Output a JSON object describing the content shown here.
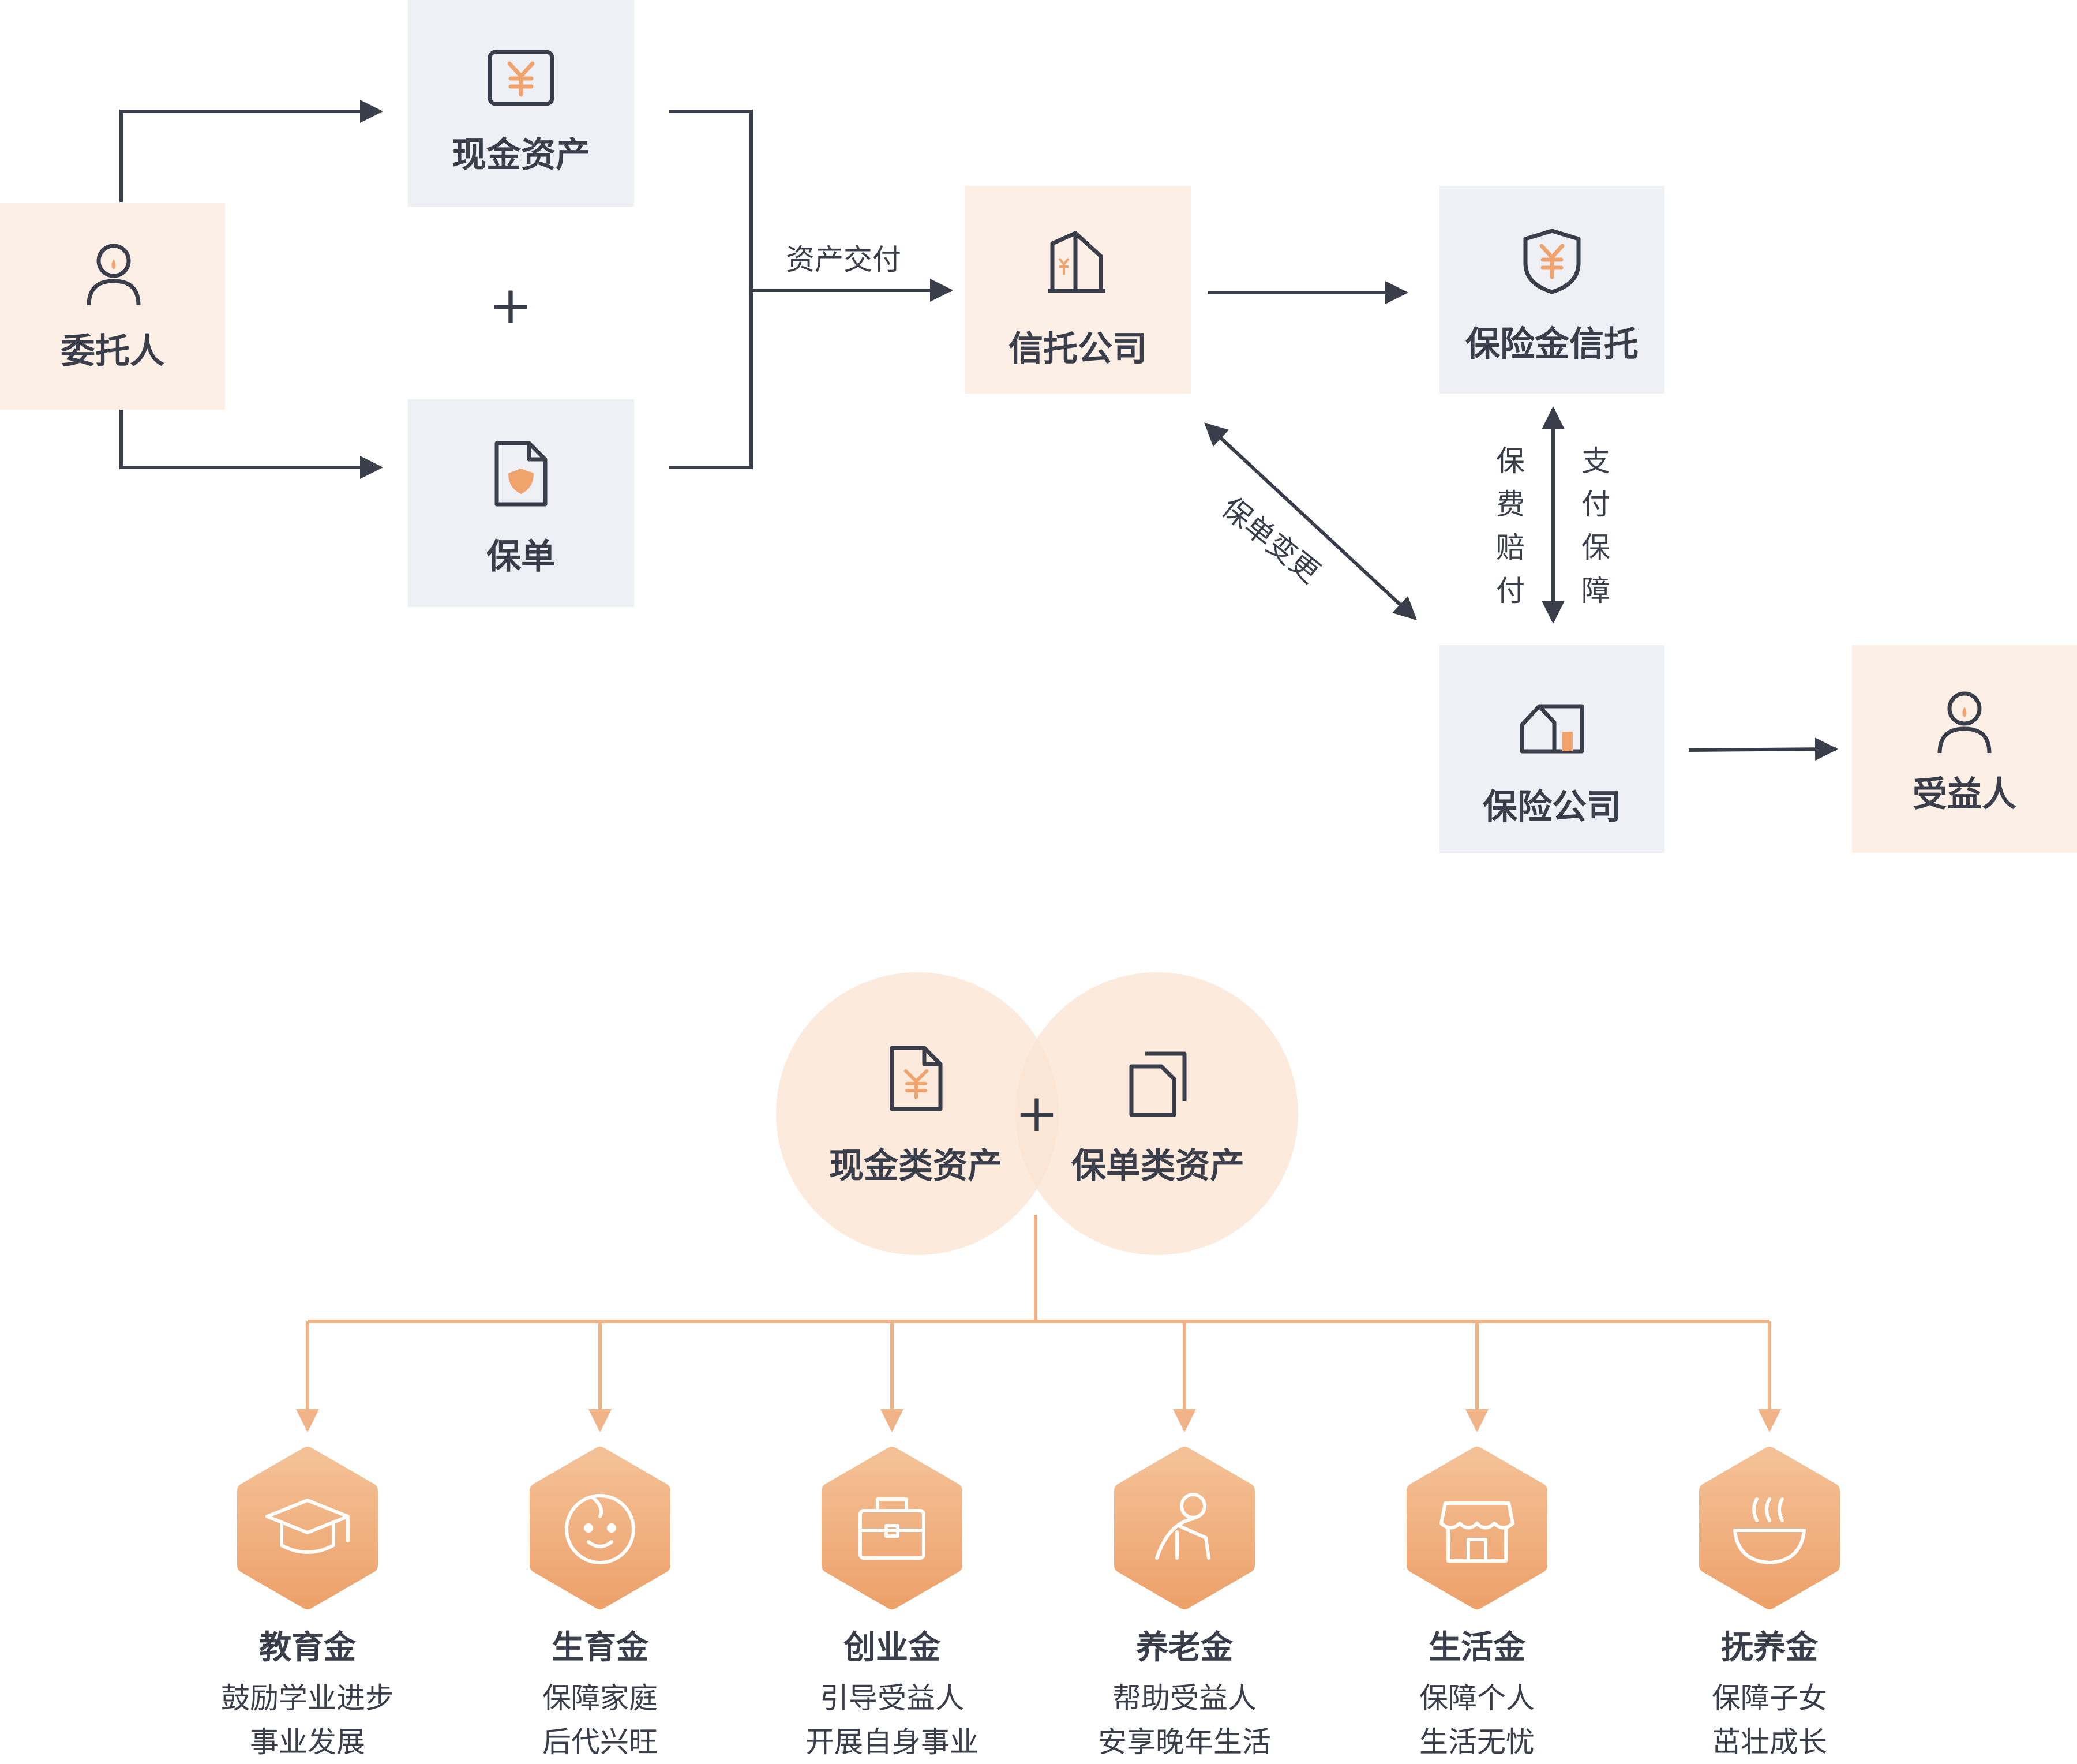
{
  "colors": {
    "dark": "#3a3d4a",
    "accent": "#f0a36d",
    "peach_bg": "#fcefe5",
    "gray_bg": "#eef0f5",
    "circle_bg": "#fbe4d2"
  },
  "flow": {
    "nodes": {
      "settlor": {
        "label": "委托人",
        "icon": "person-icon"
      },
      "cash_assets": {
        "label": "现金资产",
        "icon": "yuan-box-icon"
      },
      "policy": {
        "label": "保单",
        "icon": "policy-document-icon"
      },
      "trust_company": {
        "label": "信托公司",
        "icon": "building-yuan-icon"
      },
      "insurance_trust": {
        "label": "保险金信托",
        "icon": "shield-yuan-icon"
      },
      "insurance_company": {
        "label": "保险公司",
        "icon": "house-icon"
      },
      "beneficiary": {
        "label": "受益人",
        "icon": "person-icon"
      }
    },
    "plus": "+",
    "edges": {
      "asset_delivery": "资产交付",
      "policy_change": "保单变更",
      "premium_claim": [
        "保",
        "费",
        "赔",
        "付"
      ],
      "payment_guarantee": [
        "支",
        "付",
        "保",
        "障"
      ]
    }
  },
  "combo": {
    "left": {
      "label": "现金类资产",
      "icon": "cash-document-icon"
    },
    "right": {
      "label": "保单类资产",
      "icon": "documents-icon"
    },
    "plus": "+"
  },
  "funds": [
    {
      "title": "教育金",
      "desc": [
        "鼓励学业进步",
        "事业发展"
      ],
      "icon": "graduation-cap-icon"
    },
    {
      "title": "生育金",
      "desc": [
        "保障家庭",
        "后代兴旺"
      ],
      "icon": "baby-face-icon"
    },
    {
      "title": "创业金",
      "desc": [
        "引导受益人",
        "开展自身事业"
      ],
      "icon": "briefcase-icon"
    },
    {
      "title": "养老金",
      "desc": [
        "帮助受益人",
        "安享晚年生活"
      ],
      "icon": "elderly-person-icon"
    },
    {
      "title": "生活金",
      "desc": [
        "保障个人",
        "生活无忧"
      ],
      "icon": "storefront-icon"
    },
    {
      "title": "抚养金",
      "desc": [
        "保障子女",
        "茁壮成长"
      ],
      "icon": "bowl-icon"
    }
  ]
}
